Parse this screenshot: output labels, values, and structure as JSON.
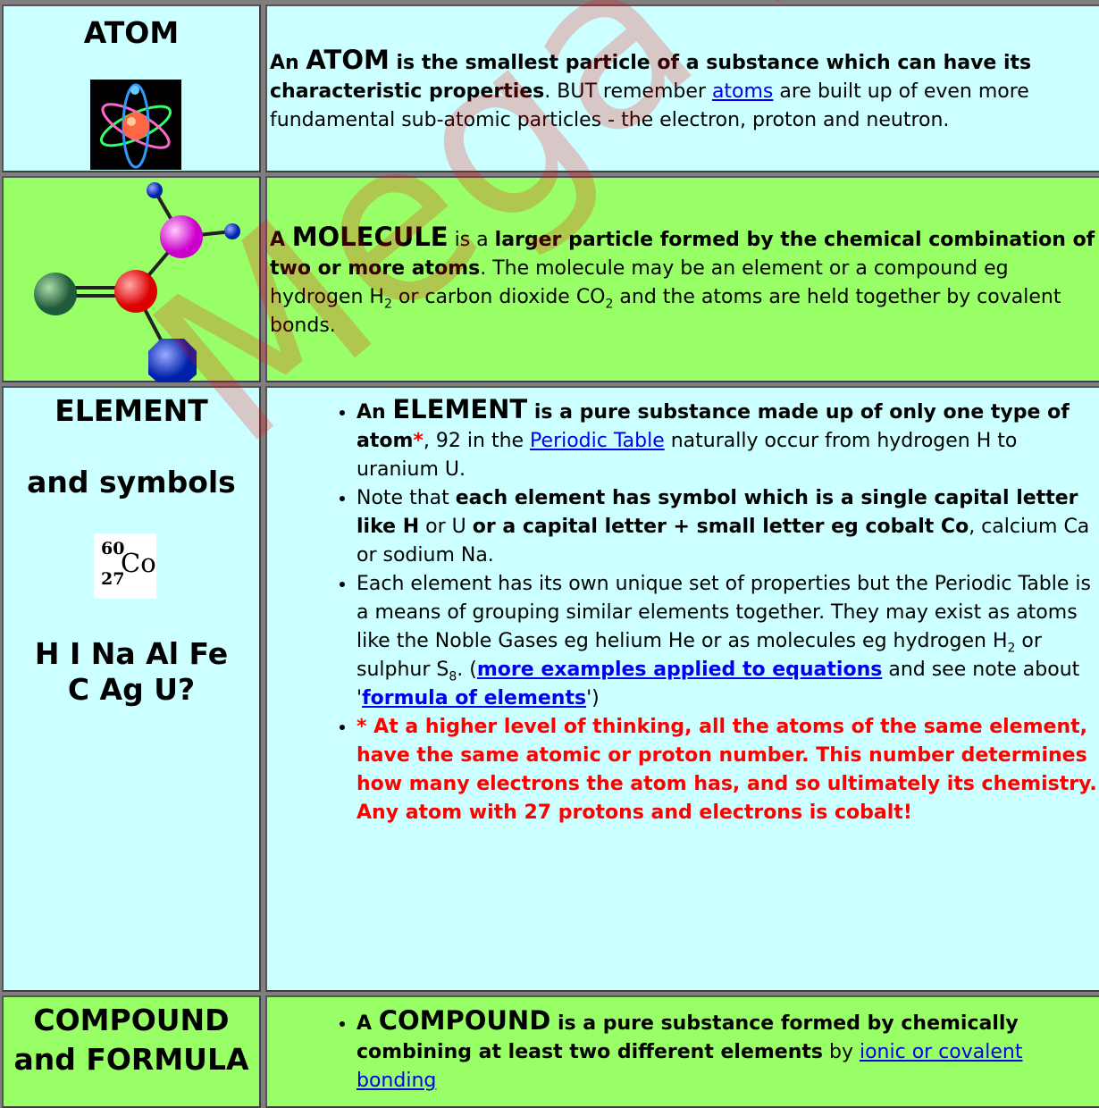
{
  "rows": [
    {
      "heading": "ATOM",
      "image": "atom-orbits-icon",
      "intro": "An ",
      "term": "ATOM",
      "bold_rest": " is the smallest particle of a substance which can have its characteristic properties",
      "text_a": ". BUT remember ",
      "link": "atoms",
      "text_b": " are built up of even more fundamental sub-atomic particles - the electron, proton and neutron."
    },
    {
      "image": "molecule-ball-stick-icon",
      "intro": "A ",
      "term": "MOLECULE",
      "mid": " is a ",
      "bold_rest": "larger particle formed by the chemical combination of two or more atoms",
      "text_a": ". The molecule may be an element or a compound eg hydrogen H",
      "sub1": "2",
      "text_b": " or carbon dioxide CO",
      "sub2": "2",
      "text_c": " and the atoms are held together by covalent bonds."
    },
    {
      "heading1": "ELEMENT",
      "heading2": "and symbols",
      "isotope": {
        "mass": "60",
        "atomic": "27",
        "symbol": "Co"
      },
      "examples": "H I Na Al Fe C Ag U?",
      "bullets": {
        "b1": {
          "intro": "An ",
          "term": "ELEMENT",
          "bold_rest": " is a pure substance made up of only one type of atom",
          "star": "*",
          "text_a": ", 92 in the ",
          "link": "Periodic Table",
          "text_b": " naturally occur from hydrogen H to uranium U."
        },
        "b2": {
          "t1": "Note that ",
          "bold1": "each element has symbol which is a single capital letter like H",
          "t2": " or U ",
          "bold2": "or a capital letter + small letter eg cobalt Co",
          "t3": ", calcium Ca or sodium Na."
        },
        "b3": {
          "t1": "Each element has its own unique set of properties but the Periodic Table is a means of grouping similar elements together. They may exist as atoms like the Noble Gases eg helium He or as molecules eg hydrogen H",
          "sub1": "2",
          "t2": " or sulphur S",
          "sub2": "8",
          "t3": ". (",
          "link1": "more examples applied to equations",
          "t4": " and see note about '",
          "link2": "formula of elements",
          "t5": "')"
        },
        "b4": "* At a higher level of thinking, all the atoms of the same element, have the same atomic or proton number. This number determines how many electrons the atom has, and so ultimately its chemistry. Any atom with 27 protons and electrons is cobalt!"
      }
    },
    {
      "heading1": "COMPOUND",
      "heading2": "and FORMULA",
      "bullet": {
        "intro": "A ",
        "term": "COMPOUND",
        "bold_rest": " is a pure substance formed by chemically combining at least two different elements",
        "t1": " by ",
        "link": "ionic or covalent bonding"
      }
    }
  ],
  "watermark": "Mega Lecture",
  "colors": {
    "cyan": "#ccffff",
    "green": "#99ff66",
    "link": "#0000ee",
    "red": "#ff0000"
  }
}
